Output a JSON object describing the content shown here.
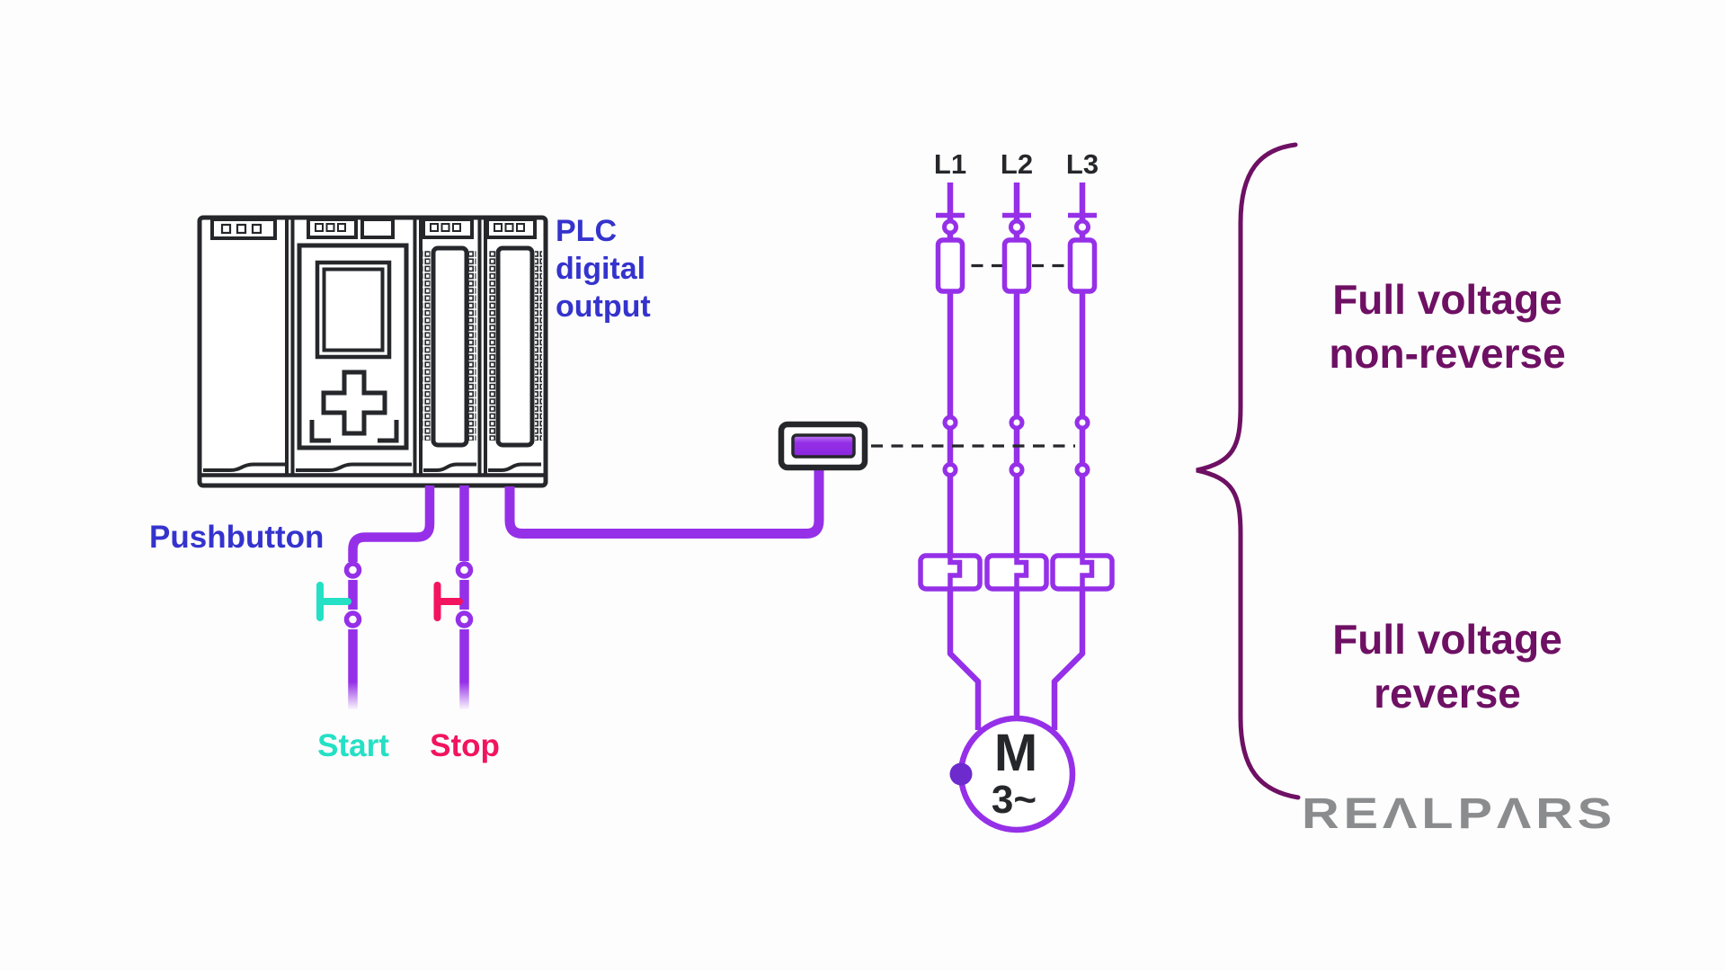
{
  "diagram": {
    "plc": {
      "line1": "PLC",
      "line2": "digital",
      "line3": "output"
    },
    "pushbutton_label": "Pushbutton",
    "start_label": "Start",
    "stop_label": "Stop",
    "phases": [
      "L1",
      "L2",
      "L3"
    ],
    "motor": {
      "symbol": "M",
      "phase_text": "3~"
    },
    "bracket": {
      "top_line1": "Full voltage",
      "top_line2": "non-reverse",
      "bottom_line1": "Full voltage",
      "bottom_line2": "reverse"
    }
  },
  "brand": {
    "name": "REALPARS",
    "display": "REΛLPΛRS"
  },
  "colors": {
    "outline_black": "#26272B",
    "wire_purple": "#9530E8",
    "coil_fill_top": "#C07FF5",
    "coil_fill_bottom": "#8A26DD",
    "label_blue": "#3533CD",
    "annotation_purple": "#6E1063",
    "start_teal": "#24E0C5",
    "stop_pink": "#F2145F",
    "logo_gray": "#8A8C8E",
    "motor_dot_purple": "#6D2ACD",
    "background": "#FDFDFD"
  }
}
